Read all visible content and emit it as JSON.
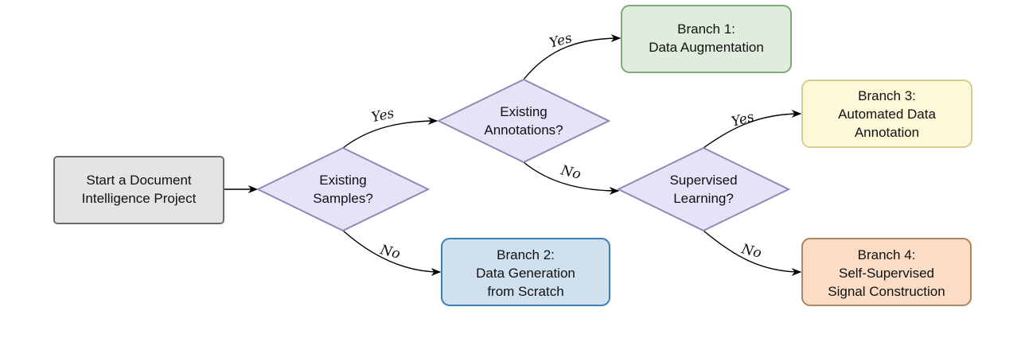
{
  "nodes": {
    "start": {
      "line1": "Start a Document",
      "line2": "Intelligence Project",
      "color": "#e4e4e4",
      "stroke": "#6b6b6b"
    },
    "samples": {
      "line1": "Existing",
      "line2": "Samples?",
      "color": "#e5e3f8",
      "stroke": "#8f88b8"
    },
    "annotations": {
      "line1": "Existing",
      "line2": "Annotations?",
      "color": "#e5e3f8",
      "stroke": "#8f88b8"
    },
    "supervised": {
      "line1": "Supervised",
      "line2": "Learning?",
      "color": "#e5e3f8",
      "stroke": "#8f88b8"
    },
    "branch1": {
      "line1": "Branch 1:",
      "line2": "Data Augmentation",
      "color": "#dfeedc",
      "stroke": "#7fa87a"
    },
    "branch2": {
      "line1": "Branch 2:",
      "line2": "Data Generation",
      "line3": "from Scratch",
      "color": "#cfe1ee",
      "stroke": "#3f7fb3"
    },
    "branch3": {
      "line1": "Branch 3:",
      "line2": "Automated Data",
      "line3": "Annotation",
      "color": "#fdf9d8",
      "stroke": "#d6cd8f"
    },
    "branch4": {
      "line1": "Branch 4:",
      "line2": "Self-Supervised",
      "line3": "Signal Construction",
      "color": "#fbdcc4",
      "stroke": "#a98563"
    }
  },
  "edges": {
    "samples_yes": "Yes",
    "samples_no": "No",
    "annotations_yes": "Yes",
    "annotations_no": "No",
    "supervised_yes": "Yes",
    "supervised_no": "No"
  }
}
